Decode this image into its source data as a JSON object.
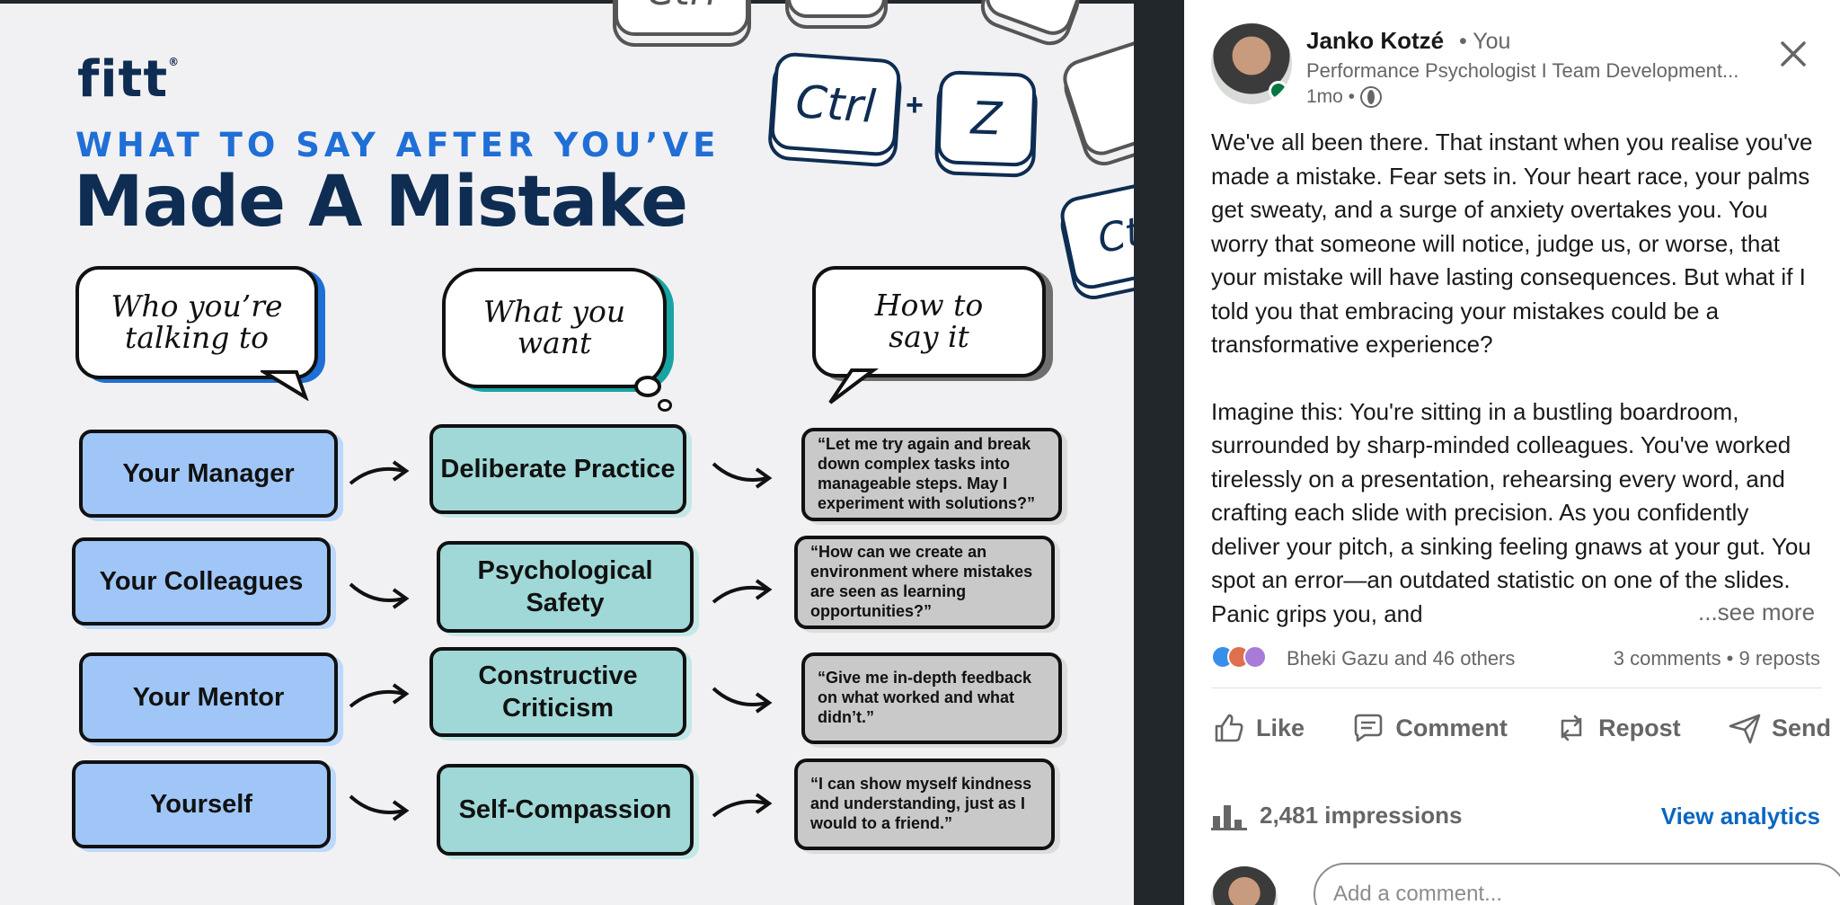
{
  "infographic": {
    "logo": "fitt",
    "kicker": "WHAT TO SAY AFTER YOU’VE",
    "title": "Made A Mistake",
    "headers": [
      "Who you’re\ntalking to",
      "What you\nwant",
      "How to\nsay it"
    ],
    "rows": [
      {
        "who": "Your Manager",
        "want": "Deliberate Practice",
        "say": "“Let me try again and break down complex tasks into manageable steps. May I experiment with solutions?”"
      },
      {
        "who": "Your Colleagues",
        "want": "Psychological Safety",
        "say": "“How can we create an environment where mistakes are seen as learning opportunities?”"
      },
      {
        "who": "Your Mentor",
        "want": "Constructive Criticism",
        "say": "“Give me in-depth feedback on what worked and what didn’t.”"
      },
      {
        "who": "Yourself",
        "want": "Self-Compassion",
        "say": "“I can show myself kindness and understanding, just as I would to a friend.”"
      }
    ],
    "keys": {
      "ctrl": "Ctrl",
      "plus": "+",
      "z": "Z",
      "ctrl_partial": "Ct",
      "ctrl_top": "Ctrl"
    }
  },
  "post": {
    "author": "Janko Kotzé",
    "you_label": "• You",
    "headline": "Performance Psychologist I Team Development...",
    "time": "1mo •",
    "paragraph1": "We've all been there. That instant when you realise you've made a mistake. Fear sets in. Your heart race, your palms get sweaty, and a surge of anxiety overtakes you. You worry that someone will notice, judge us, or worse, that your mistake will have lasting consequences. But what if I told you that embracing your mistakes could be a transformative experience?",
    "paragraph2": "Imagine this: You're sitting in a bustling boardroom, surrounded by sharp-minded colleagues. You've worked tirelessly on a presentation, rehearsing every word, and crafting each slide with precision. As you confidently deliver your pitch, a sinking feeling gnaws at your gut. You spot an error—an outdated statistic on one of the slides. Panic grips you, and",
    "see_more": "...see more",
    "reactions_text": "Bheki Gazu and 46 others",
    "engagement": "3 comments • 9 reposts",
    "actions": {
      "like": "Like",
      "comment": "Comment",
      "repost": "Repost",
      "send": "Send"
    },
    "impressions": "2,481 impressions",
    "view_analytics": "View analytics",
    "comment_placeholder": "Add a comment..."
  },
  "colors": {
    "brand_navy": "#0f2d52",
    "brand_blue": "#1f6fd6",
    "link_blue": "#0a66c2",
    "who_fill": "#9fc6f7",
    "want_fill": "#9fd8d7",
    "say_fill": "#c9c9c9"
  }
}
